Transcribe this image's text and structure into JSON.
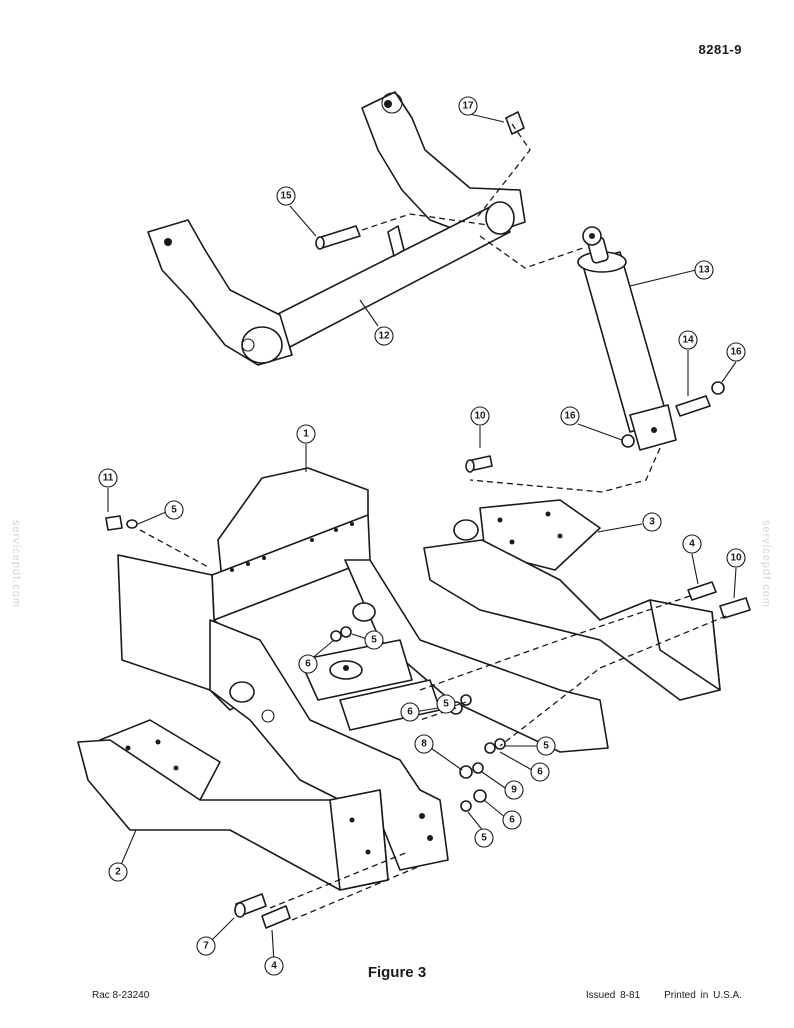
{
  "header": {
    "page_number": "8281-9"
  },
  "figure": {
    "caption": "Figure 3",
    "callouts": [
      {
        "label": "17"
      },
      {
        "label": "15"
      },
      {
        "label": "13"
      },
      {
        "label": "12"
      },
      {
        "label": "14"
      },
      {
        "label": "16"
      },
      {
        "label": "16"
      },
      {
        "label": "10"
      },
      {
        "label": "1"
      },
      {
        "label": "11"
      },
      {
        "label": "5"
      },
      {
        "label": "3"
      },
      {
        "label": "4"
      },
      {
        "label": "10"
      },
      {
        "label": "6"
      },
      {
        "label": "5"
      },
      {
        "label": "6"
      },
      {
        "label": "5"
      },
      {
        "label": "5"
      },
      {
        "label": "8"
      },
      {
        "label": "6"
      },
      {
        "label": "9"
      },
      {
        "label": "6"
      },
      {
        "label": "5"
      },
      {
        "label": "2"
      },
      {
        "label": "7"
      },
      {
        "label": "4"
      }
    ]
  },
  "watermark": {
    "text": "servicepdf.com"
  },
  "footer": {
    "reference": "Rac 8-23240",
    "issued": "Issued 8-81",
    "printed": "Printed in U.S.A."
  }
}
